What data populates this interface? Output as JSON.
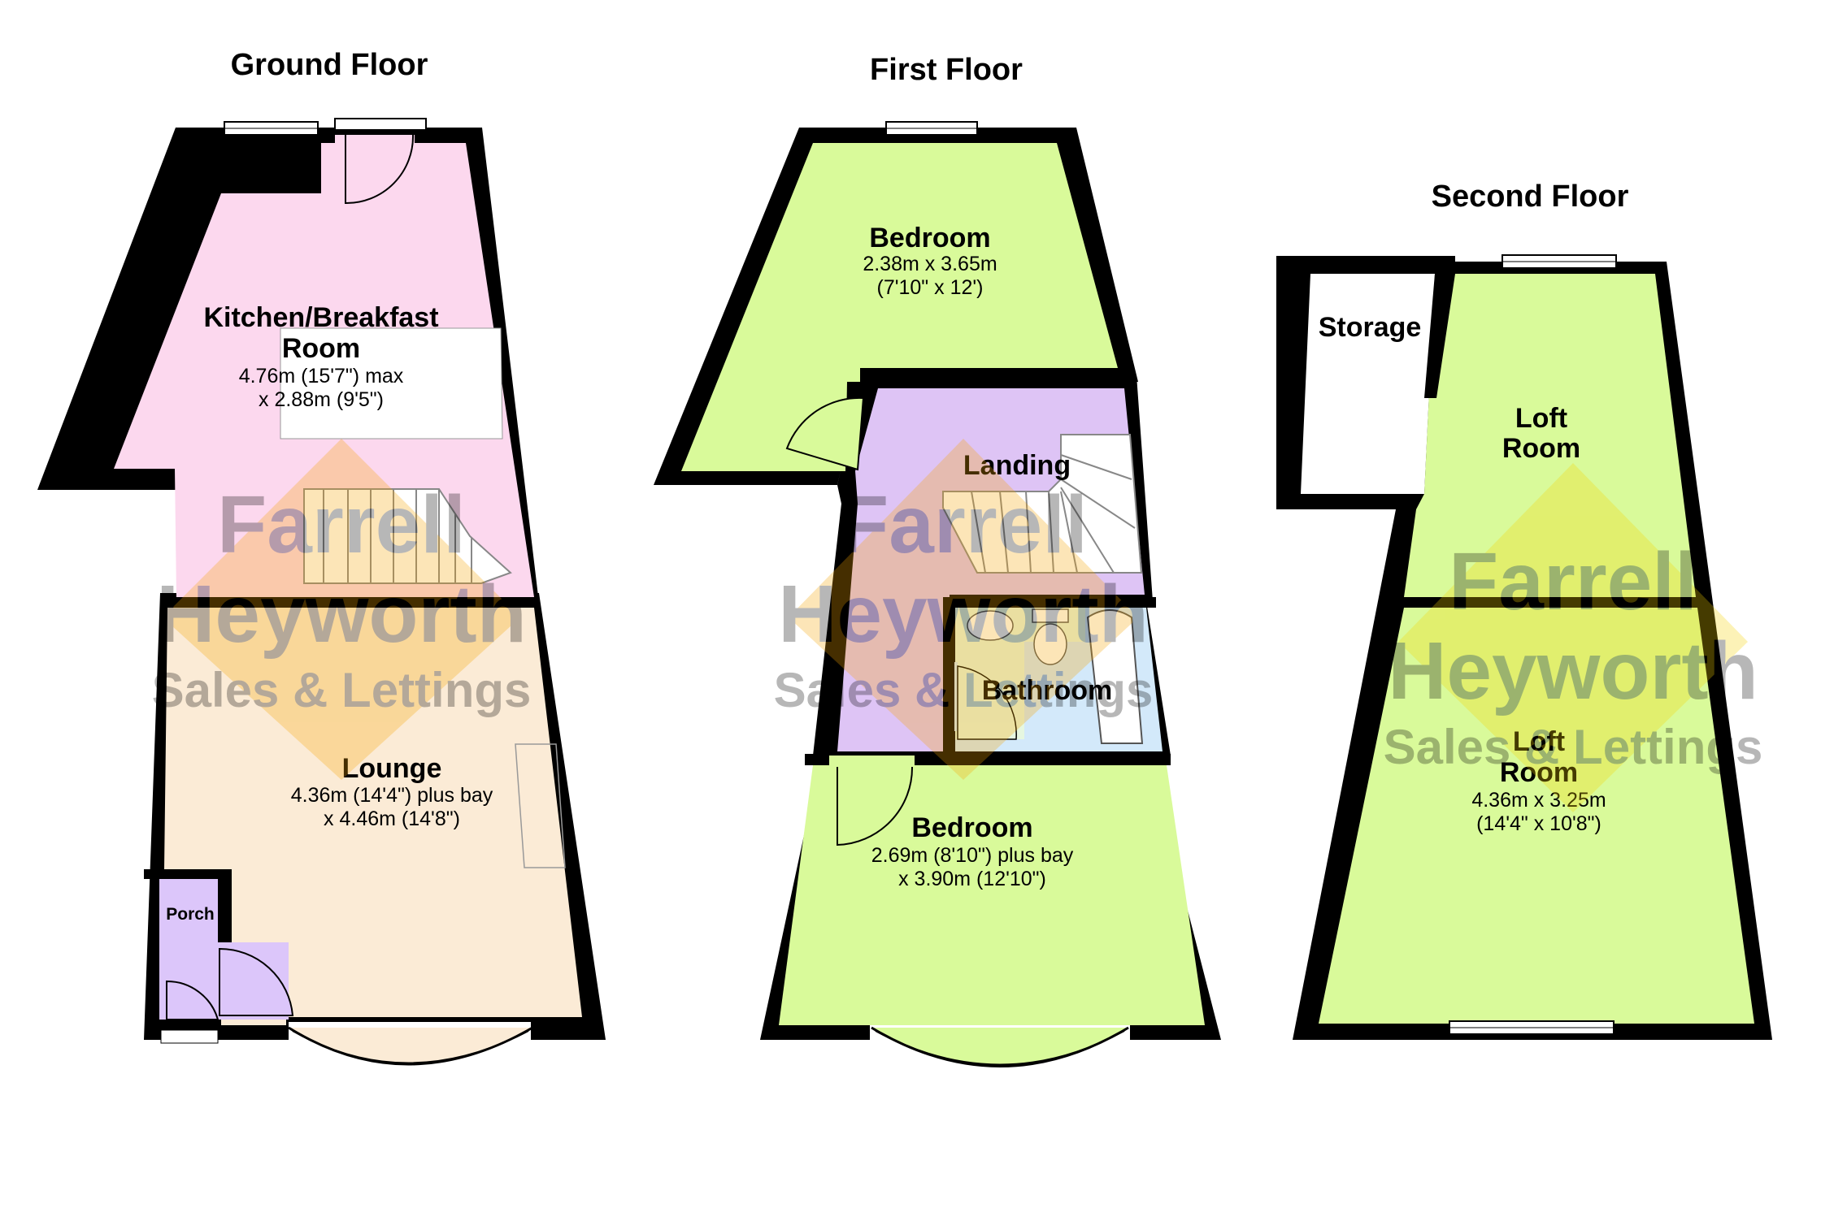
{
  "floors": {
    "ground": {
      "title": "Ground Floor",
      "kitchen": {
        "name_1": "Kitchen/Breakfast",
        "name_2": "Room",
        "dim_1": "4.76m (15'7\") max",
        "dim_2": "x 2.88m (9'5\")"
      },
      "lounge": {
        "name": "Lounge",
        "dim_1": "4.36m (14'4\") plus bay",
        "dim_2": "x 4.46m (14'8\")"
      },
      "porch": {
        "name": "Porch"
      }
    },
    "first": {
      "title": "First Floor",
      "bedroom_rear": {
        "name": "Bedroom",
        "dim_1": "2.38m x 3.65m",
        "dim_2": "(7'10\" x 12')"
      },
      "landing": {
        "name": "Landing"
      },
      "bathroom": {
        "name": "Bathroom"
      },
      "bedroom_front": {
        "name": "Bedroom",
        "dim_1": "2.69m (8'10\") plus bay",
        "dim_2": "x 3.90m (12'10\")"
      }
    },
    "second": {
      "title": "Second Floor",
      "storage": {
        "name": "Storage"
      },
      "loft_rear": {
        "name_1": "Loft",
        "name_2": "Room"
      },
      "loft_front": {
        "name_1": "Loft",
        "name_2": "Room",
        "dim_1": "4.36m x 3.25m",
        "dim_2": "(14'4\" x 10'8\")"
      }
    }
  },
  "watermark": {
    "line_1": "Farrell",
    "line_2": "Heyworth",
    "line_3": "Sales & Lettings"
  },
  "colors": {
    "wall": "#000000",
    "kitchen": "#fcd8ee",
    "lounge": "#fbebd6",
    "porch": "#dcc6fa",
    "bedroom": "#d9fa9a",
    "landing": "#dec4f5",
    "bathroom": "#d3e9fa",
    "loft": "#d9fa9a"
  }
}
